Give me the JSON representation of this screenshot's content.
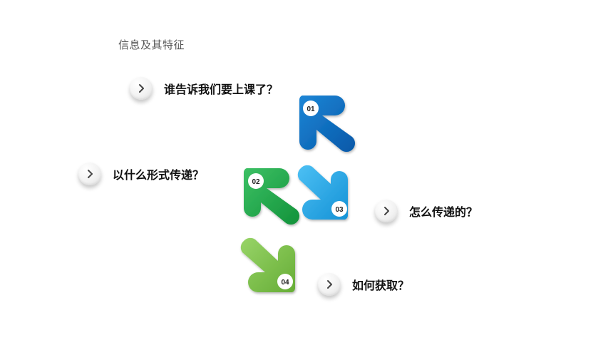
{
  "slide": {
    "title": "信息及其特征"
  },
  "questions": [
    {
      "id": "q1",
      "text": "谁告诉我们要上课了？"
    },
    {
      "id": "q2",
      "text": "以什么形式传递？"
    },
    {
      "id": "q3",
      "text": "怎么传递的？"
    },
    {
      "id": "q4",
      "text": "如何获取？"
    }
  ],
  "steps": [
    {
      "number": "01",
      "color": "#0a6fc2"
    },
    {
      "number": "02",
      "color": "#1ea84a"
    },
    {
      "number": "03",
      "color": "#27a8e8"
    },
    {
      "number": "04",
      "color": "#7ec24a"
    }
  ],
  "icons": {
    "question_button": "chevron-right-icon"
  }
}
